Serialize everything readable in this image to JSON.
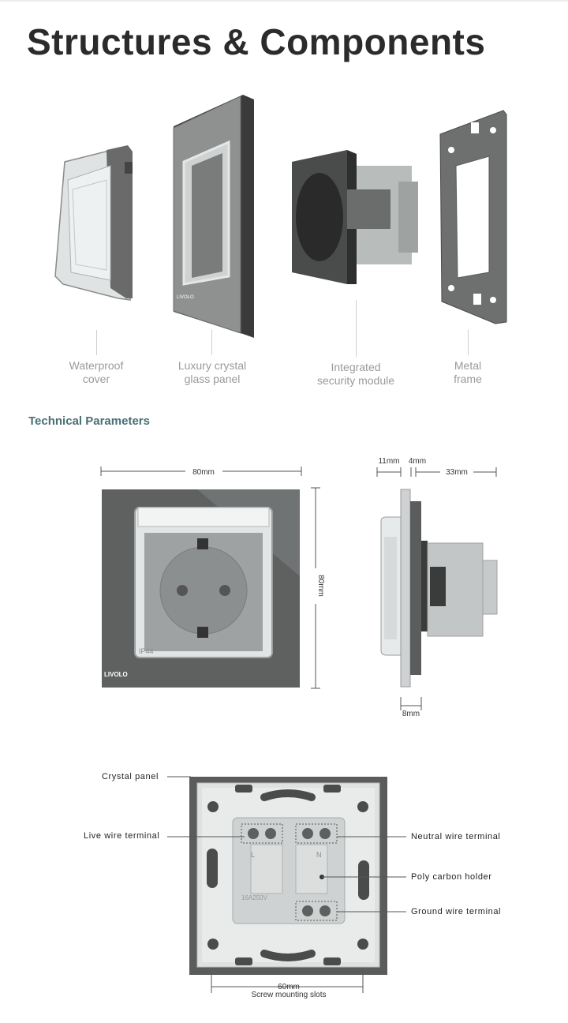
{
  "header": {
    "title": "Structures & Components"
  },
  "components": [
    {
      "line1": "Waterproof",
      "line2": "cover"
    },
    {
      "line1": "Luxury crystal",
      "line2": "glass panel"
    },
    {
      "line1": "Integrated",
      "line2": "security module"
    },
    {
      "line1": "Metal",
      "line2": "frame"
    }
  ],
  "technical": {
    "title": "Technical Parameters",
    "front_width": "80mm",
    "front_height": "80mm",
    "side_d1": "11mm",
    "side_d2": "4mm",
    "side_d3": "33mm",
    "side_d4": "8mm",
    "brand": "LIVOLO",
    "rating": "IP44"
  },
  "back": {
    "callouts": {
      "crystal_panel": "Crystal panel",
      "live": "Live wire terminal",
      "neutral": "Neutral wire terminal",
      "holder": "Poly carbon holder",
      "ground": "Ground wire terminal"
    },
    "slots_dim": "60mm",
    "slots_label": "Screw mounting slots",
    "terminal_L": "L",
    "terminal_N": "N",
    "rating_text": "16A250V"
  },
  "colors": {
    "panel": "#5a5a5a",
    "module": "#c9cbcb",
    "accent": "#4a6f77"
  }
}
